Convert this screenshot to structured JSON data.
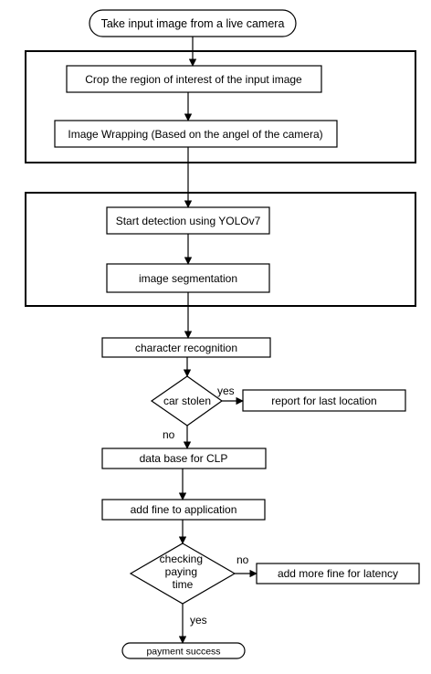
{
  "nodes": {
    "start": "Take input image from a live camera",
    "crop": "Crop the region of interest of the input image",
    "wrap": "Image Wrapping (Based on the angel of the camera)",
    "detect": "Start detection using YOLOv7",
    "segment": "image segmentation",
    "recognize": "character recognition",
    "stolen_decision": "car stolen",
    "report": "report for last location",
    "database": "data base for CLP",
    "fine": "add fine to application",
    "paying_decision": [
      "checking",
      "paying",
      "time"
    ],
    "more_fine": "add more fine for latency",
    "end": "payment success"
  },
  "edges": {
    "stolen_yes": "yes",
    "stolen_no": "no",
    "paying_no": "no",
    "paying_yes": "yes"
  }
}
